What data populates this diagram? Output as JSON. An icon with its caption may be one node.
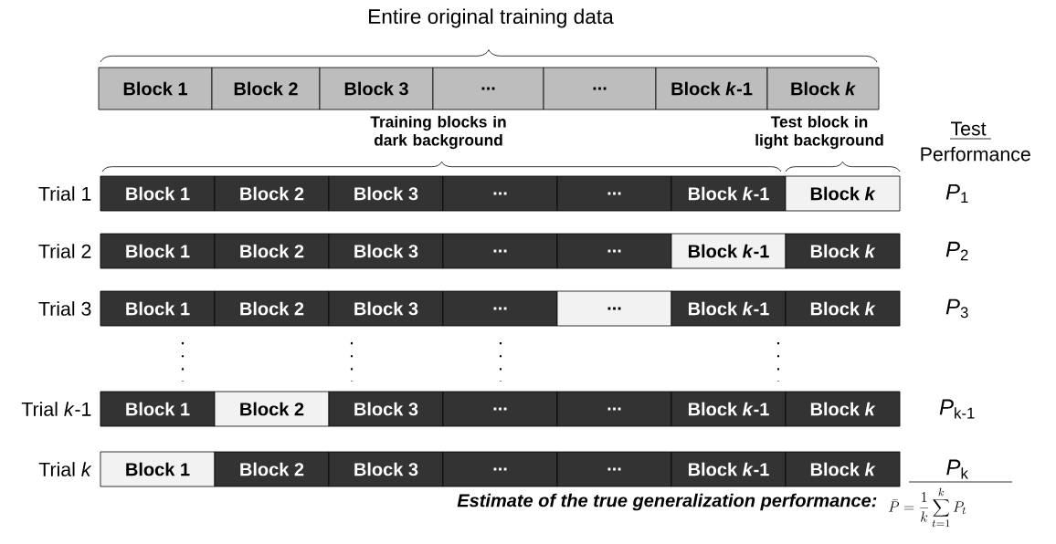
{
  "diagram": {
    "nodes": [
      {
        "text": [
          "Block 1"
        ]
      },
      {
        "text": [
          "Block 2"
        ]
      },
      {
        "text": [
          "Block 3"
        ]
      },
      {
        "text": [
          "..."
        ]
      },
      {
        "text": [
          "..."
        ]
      },
      {
        "text": [
          "Block *k*-1"
        ]
      },
      {
        "text": [
          "Block *k*"
        ]
      },
      {
        "text": [
          "Block 1"
        ]
      },
      {
        "text": [
          "Block 2"
        ]
      },
      {
        "text": [
          "Block 3"
        ]
      },
      {
        "text": [
          "..."
        ]
      },
      {
        "text": [
          "..."
        ]
      },
      {
        "text": [
          "Block *k*-1"
        ]
      },
      {
        "text": [
          "Block *k*"
        ]
      },
      {
        "text": [
          "Block 1"
        ]
      },
      {
        "text": [
          "Block 2"
        ]
      },
      {
        "text": [
          "Block 3"
        ]
      },
      {
        "text": [
          "..."
        ]
      },
      {
        "text": [
          "..."
        ]
      },
      {
        "text": [
          "Block *k*-1"
        ]
      },
      {
        "text": [
          "Block *k*"
        ]
      },
      {
        "text": [
          "Block 1"
        ]
      },
      {
        "text": [
          "Block 2"
        ]
      },
      {
        "text": [
          "Block 3"
        ]
      },
      {
        "text": [
          "..."
        ]
      },
      {
        "text": [
          "..."
        ]
      },
      {
        "text": [
          "Block *k*-1"
        ]
      },
      {
        "text": [
          "Block *k*"
        ]
      },
      {
        "text": [
          "Block 1"
        ]
      },
      {
        "text": [
          "Block 2"
        ]
      },
      {
        "text": [
          "Block 3"
        ]
      },
      {
        "text": [
          "..."
        ]
      },
      {
        "text": [
          "..."
        ]
      },
      {
        "text": [
          "Block *k*-1"
        ]
      },
      {
        "text": [
          "Block *k*"
        ]
      },
      {
        "text": [
          "Block 1"
        ]
      },
      {
        "text": [
          "Block 2"
        ]
      },
      {
        "text": [
          "Block 3"
        ]
      },
      {
        "text": [
          "..."
        ]
      },
      {
        "text": [
          "..."
        ]
      },
      {
        "text": [
          "Block *k*-1"
        ]
      },
      {
        "text": [
          "Block *k*"
        ]
      }
    ],
    "labels": [
      "Entire original training data",
      "Training blocks in dark background",
      "Test block in light background",
      "Test Performance",
      "Trial 1",
      "*P*$_{1}$",
      "Trial 2",
      "*P*$_{2}$",
      "Trial 3",
      "*P*$_{3}$",
      "Trial *k*-1",
      "*P*$_{k-1}$",
      "Trial *k*",
      "*P*$_{k}$",
      "Estimate of the true generalization performance:",
      "\\bar{P}=\\frac{1}{k}\\sum_{t=1}^{k}P_t"
    ]
  }
}
